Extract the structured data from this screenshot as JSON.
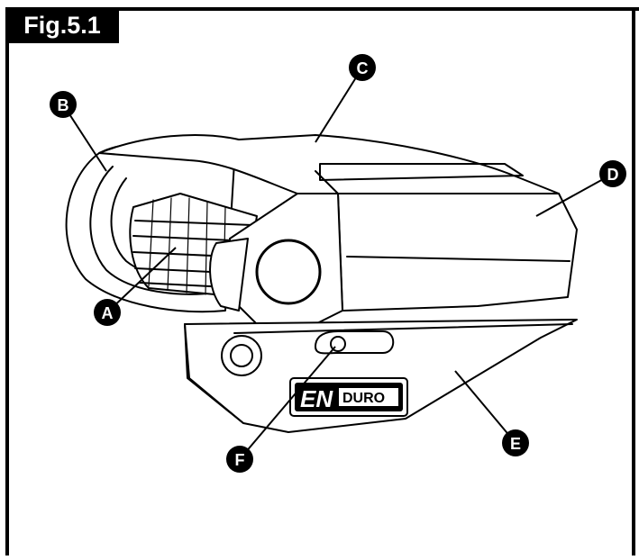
{
  "figure": {
    "label": "Fig.5.1",
    "callouts": [
      "A",
      "B",
      "C",
      "D",
      "E",
      "F"
    ],
    "brand": {
      "part1": "EN",
      "part2": "DURO"
    }
  }
}
